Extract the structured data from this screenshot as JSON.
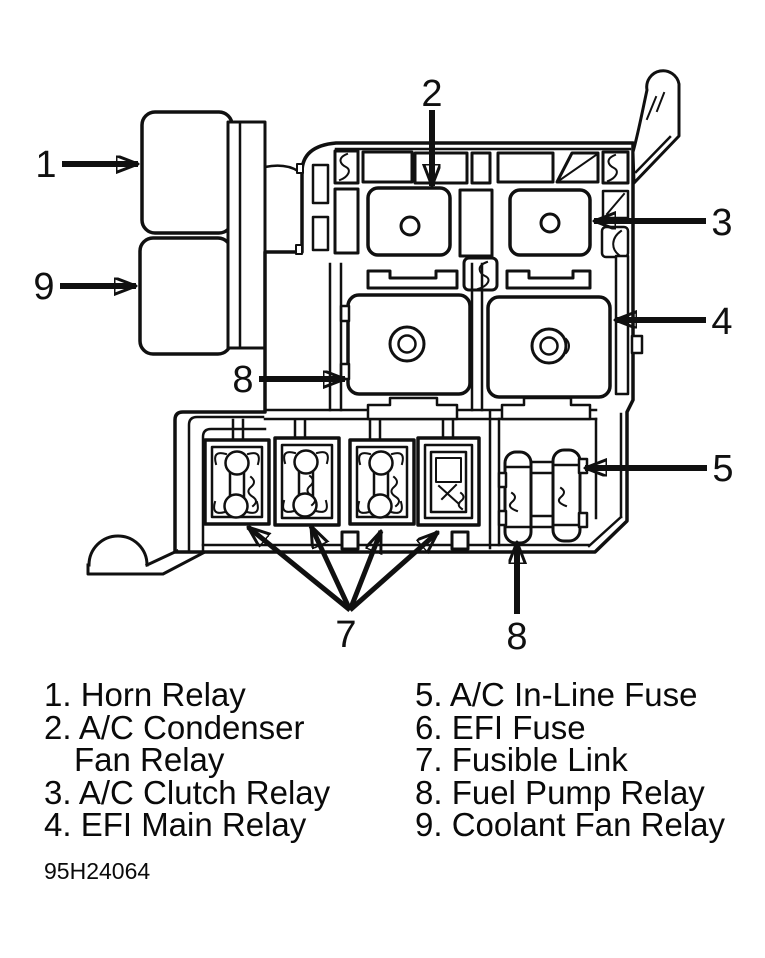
{
  "figure": {
    "code": "95H24064",
    "colors": {
      "line": "#101010",
      "background": "#ffffff"
    },
    "callouts": {
      "n1": "1",
      "n2": "2",
      "n3": "3",
      "n4": "4",
      "n5": "5",
      "n7": "7",
      "n8": "8",
      "n9": "9"
    },
    "legend": {
      "left": [
        "1. Horn Relay",
        "2. A/C Condenser",
        "Fan Relay",
        "3. A/C Clutch Relay",
        "4. EFI Main Relay"
      ],
      "right": [
        "5. A/C In-Line Fuse",
        "6. EFI Fuse",
        "7. Fusible Link",
        "8. Fuel Pump Relay",
        "9. Coolant Fan Relay"
      ]
    }
  }
}
